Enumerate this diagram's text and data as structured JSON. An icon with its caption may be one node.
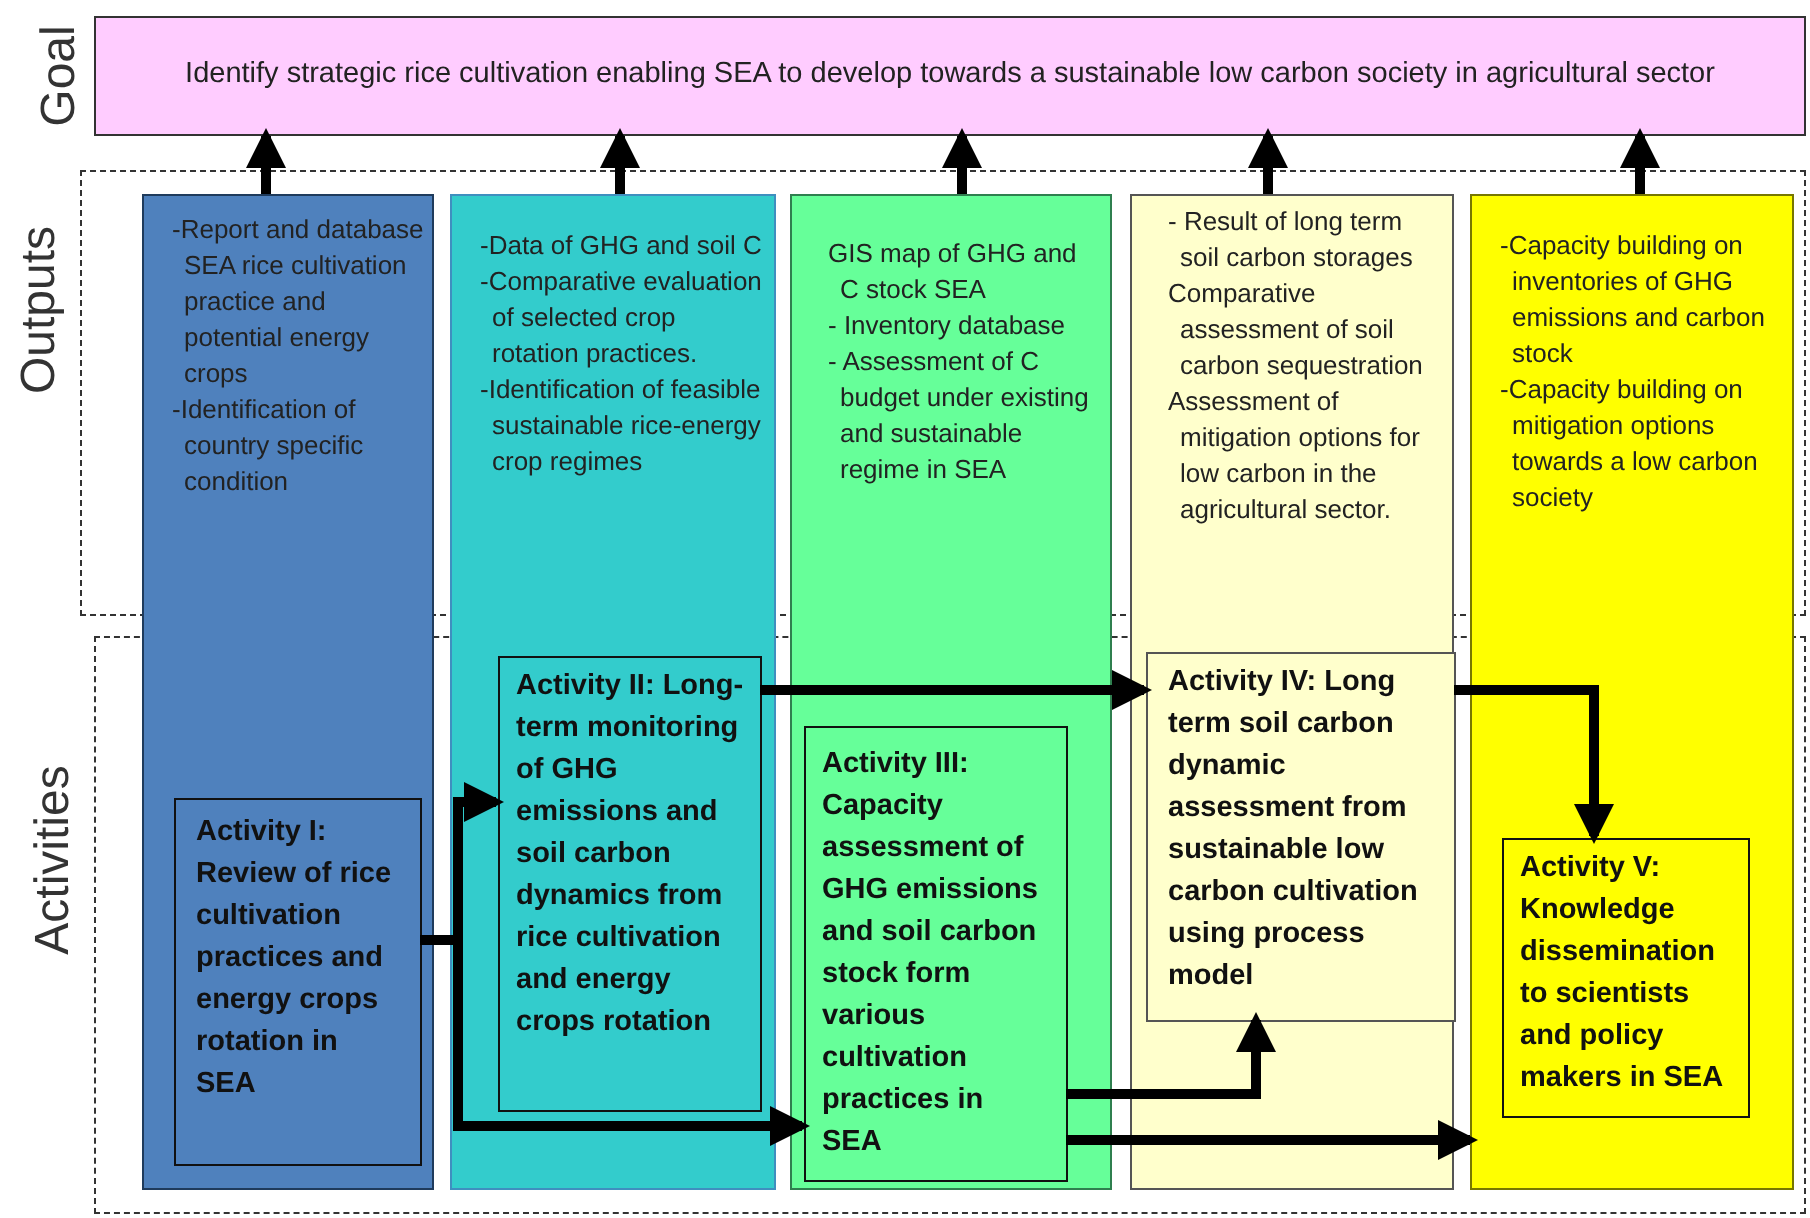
{
  "diagram": {
    "nodes": [
      {
        "text": [
          "Identify strategic rice cultivation  enabling SEA to develop towards a sustainable low carbon society in agricultural sector"
        ]
      },
      {
        "text": [
          "-Report and database SEA rice cultivation practice and potential energy crops",
          "-Identification of country specific condition"
        ]
      },
      {
        "text": [
          "-Data of GHG and soil C",
          "-Comparative evaluation of selected crop rotation practices.",
          "-Identification of feasible sustainable rice-energy crop regimes"
        ]
      },
      {
        "text": [
          "GIS map of GHG and C stock  SEA",
          "- Inventory database",
          "- Assessment of C budget  under existing and sustainable regime in SEA"
        ]
      },
      {
        "text": [
          "- Result of long term soil carbon storages",
          "Comparative assessment of soil carbon sequestration",
          "Assessment of mitigation options for low carbon  in the agricultural sector."
        ]
      },
      {
        "text": [
          "-Capacity building on inventories of GHG emissions and carbon stock",
          "-Capacity building on mitigation options towards a low carbon society"
        ]
      },
      {
        "text": [
          "Activity I: Review of rice cultivation practices and energy crops rotation in SEA"
        ],
        "in": 1
      },
      {
        "text": [
          "Activity II: Long-term monitoring of GHG emissions and soil carbon dynamics from rice cultivation and energy crops rotation"
        ],
        "in": 2
      },
      {
        "text": [
          "Activity III: Capacity assessment of GHG emissions and soil carbon stock form various cultivation practices in SEA"
        ],
        "in": 3
      },
      {
        "text": [
          "Activity IV: Long term soil carbon dynamic assessment from sustainable low carbon cultivation using process model"
        ],
        "in": 4
      },
      {
        "text": [
          "Activity V: Knowledge dissemination to scientists and policy makers in SEA"
        ],
        "in": 5
      }
    ],
    "edges": [
      {
        "from": 1,
        "to": 0,
        "arrow": "to"
      },
      {
        "from": 2,
        "to": 0,
        "arrow": "to"
      },
      {
        "from": 3,
        "to": 0,
        "arrow": "to"
      },
      {
        "from": 4,
        "to": 0,
        "arrow": "to"
      },
      {
        "from": 5,
        "to": 0,
        "arrow": "to"
      },
      {
        "from": 6,
        "to": 7,
        "arrow": "to"
      },
      {
        "from": 6,
        "to": 8,
        "arrow": "to"
      },
      {
        "from": 7,
        "to": 9,
        "arrow": "to"
      },
      {
        "from": 8,
        "to": 9,
        "arrow": "to"
      },
      {
        "from": 8,
        "to": 5,
        "arrow": "to"
      },
      {
        "from": 9,
        "to": 10,
        "arrow": "to"
      }
    ],
    "labels": [
      "Goal",
      "Outputs",
      "Activities"
    ]
  }
}
